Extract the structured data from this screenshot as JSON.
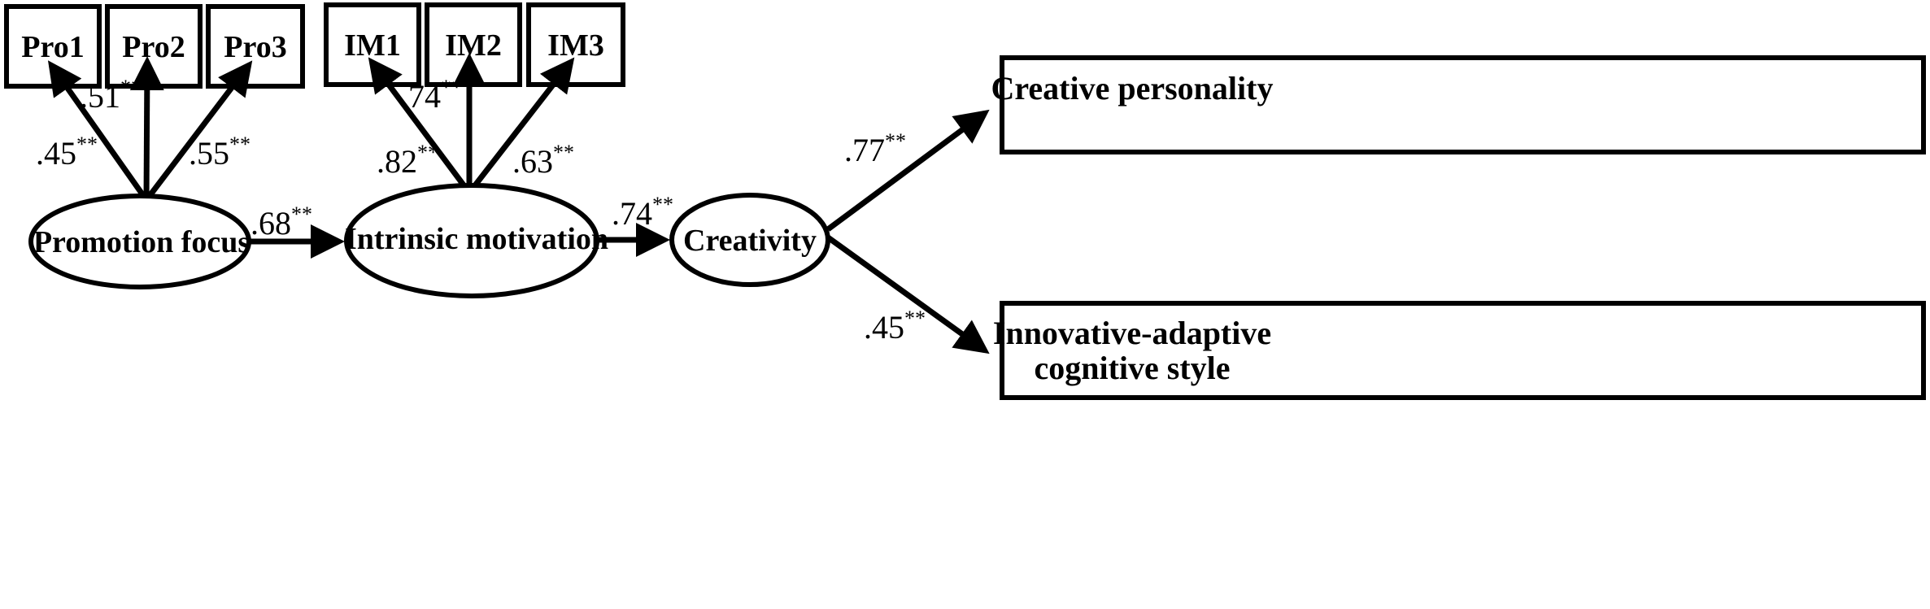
{
  "nodes": {
    "pro1": "Pro1",
    "pro2": "Pro2",
    "pro3": "Pro3",
    "im1": "IM1",
    "im2": "IM2",
    "im3": "IM3",
    "promotion_focus": "Promotion focus",
    "intrinsic_motivation": "Intrinsic motivation",
    "creativity": "Creativity",
    "creative_personality": "Creative personality",
    "innovative_line1": "Innovative-adaptive",
    "innovative_line2": "cognitive style"
  },
  "paths": {
    "pf_pro1": ".45",
    "pf_pro2": ".51",
    "pf_pro3": ".55",
    "im_im1": ".82",
    "im_im2": ".74",
    "im_im3": ".63",
    "pf_im": ".68",
    "im_cr": ".74",
    "cr_cp": ".77",
    "cr_iacs": ".45"
  },
  "significance": "**"
}
